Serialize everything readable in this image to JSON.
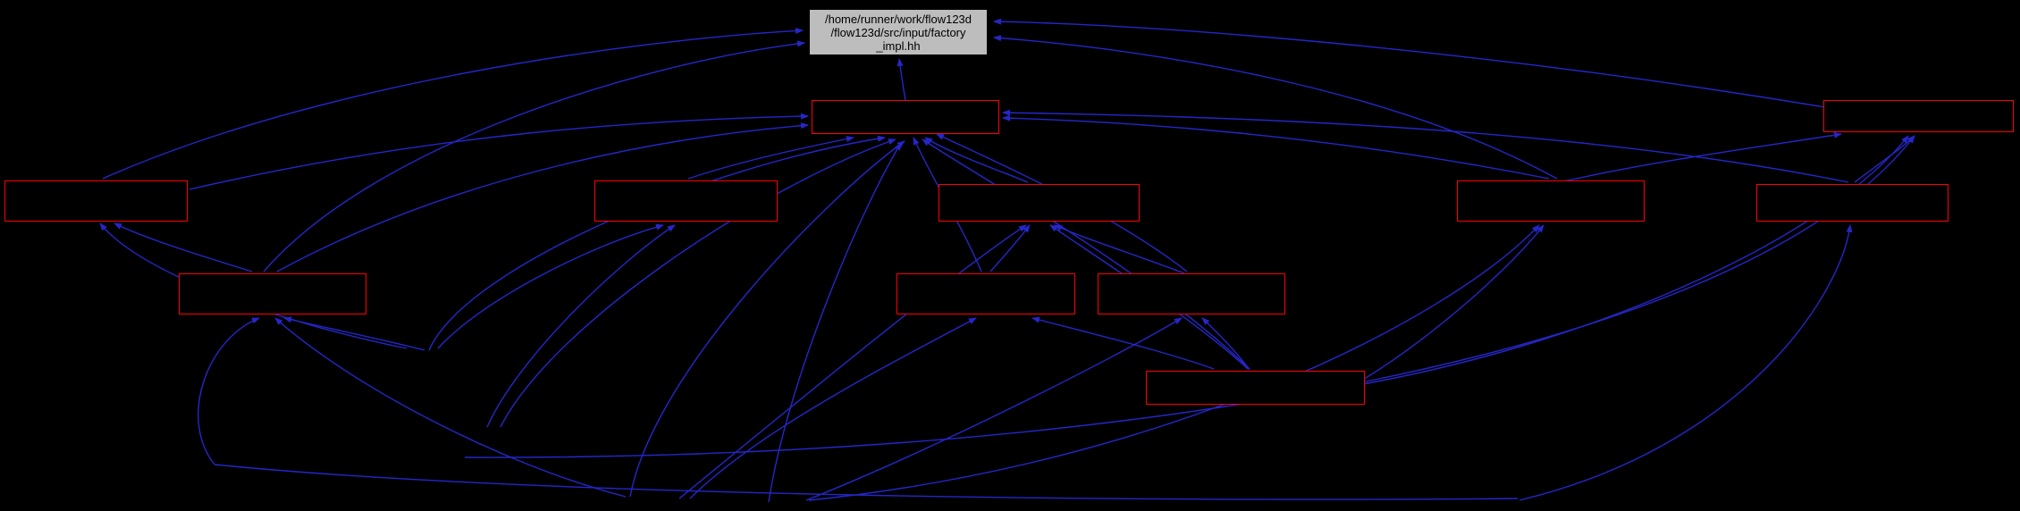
{
  "diagram": {
    "title_node": {
      "line1": "/home/runner/work/flow123d",
      "line2": "/flow123d/src/input/factory",
      "line3": "_impl.hh"
    },
    "colors": {
      "background": "#000000",
      "edge": "#2626c9",
      "node_border": "#ff0000",
      "title_fill": "#bdbdbd",
      "title_border": "#000000",
      "title_text": "#000000"
    }
  }
}
